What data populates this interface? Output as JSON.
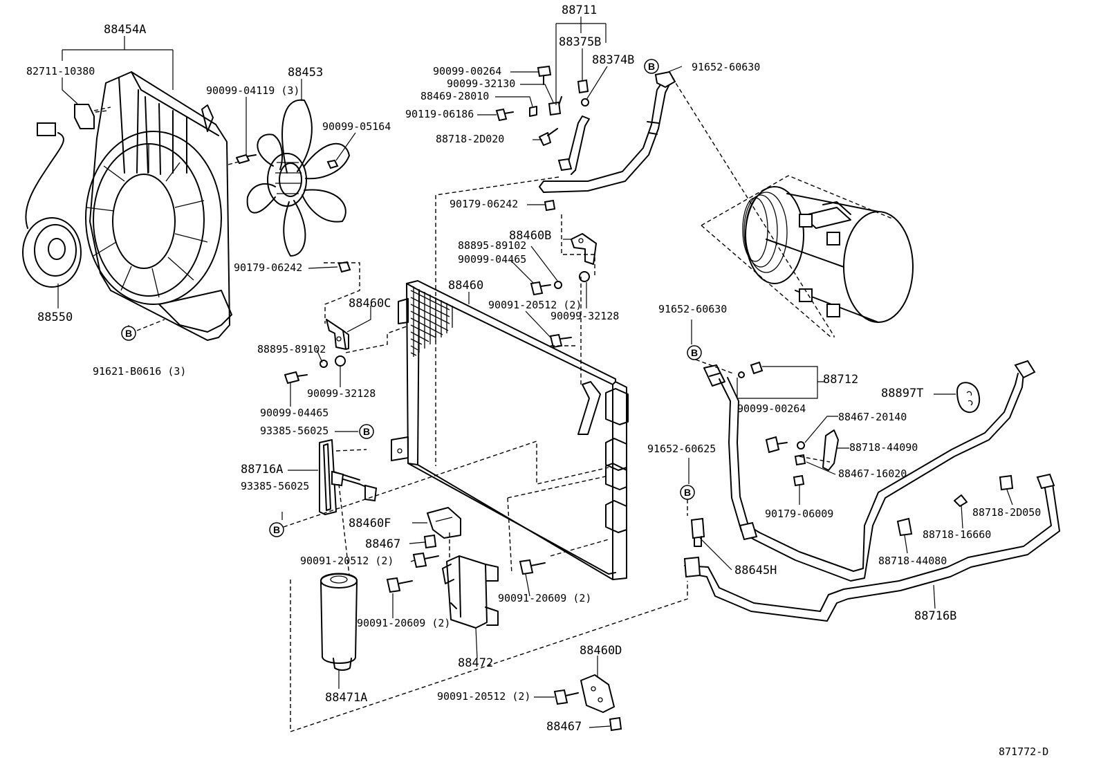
{
  "diagram_id": "871772-D",
  "callouts": {
    "c88454A": "88454A",
    "c82711_10380": "82711-10380",
    "c90099_04119": "90099-04119 (3)",
    "c88453": "88453",
    "c90099_05164": "90099-05164",
    "c88550": "88550",
    "c91621_B0616": "91621-B0616 (3)",
    "c90179_06242_a": "90179-06242",
    "c88460C": "88460C",
    "c88895_89102_a": "88895-89102",
    "c90099_32128_a": "90099-32128",
    "c90099_04465_a": "90099-04465",
    "c93385_56025_a": "93385-56025",
    "c88716A": "88716A",
    "c93385_56025_b": "93385-56025",
    "c88711": "88711",
    "c88375B": "88375B",
    "c88374B": "88374B",
    "c90099_00264_a": "90099-00264",
    "c90099_32130": "90099-32130",
    "c88469_28010": "88469-28010",
    "c90119_06186": "90119-06186",
    "c88718_2D020": "88718-2D020",
    "c90179_06242_b": "90179-06242",
    "c88460B": "88460B",
    "c88895_89102_b": "88895-89102",
    "c90099_04465_b": "90099-04465",
    "c88460": "88460",
    "c90091_20512_a": "90091-20512 (2)",
    "c90099_32128_b": "90099-32128",
    "c91652_60630_a": "91652-60630",
    "c91652_60630_b": "91652-60630",
    "c88712": "88712",
    "c88897T": "88897T",
    "c90099_00264_b": "90099-00264",
    "c88467_20140": "88467-20140",
    "c88718_44090": "88718-44090",
    "c91652_60625": "91652-60625",
    "c88467_16020": "88467-16020",
    "c90179_06009": "90179-06009",
    "c88718_2D050": "88718-2D050",
    "c88718_16660": "88718-16660",
    "c88718_44080": "88718-44080",
    "c88645H": "88645H",
    "c88716B": "88716B",
    "c88460F": "88460F",
    "c88467_a": "88467",
    "c90091_20512_b": "90091-20512 (2)",
    "c90091_20609_a": "90091-20609 (2)",
    "c90091_20609_b": "90091-20609 (2)",
    "c88471A": "88471A",
    "c88472": "88472",
    "c88460D": "88460D",
    "c90091_20512_c": "90091-20512 (2)",
    "c88467_b": "88467"
  },
  "bubble_letter": "B"
}
